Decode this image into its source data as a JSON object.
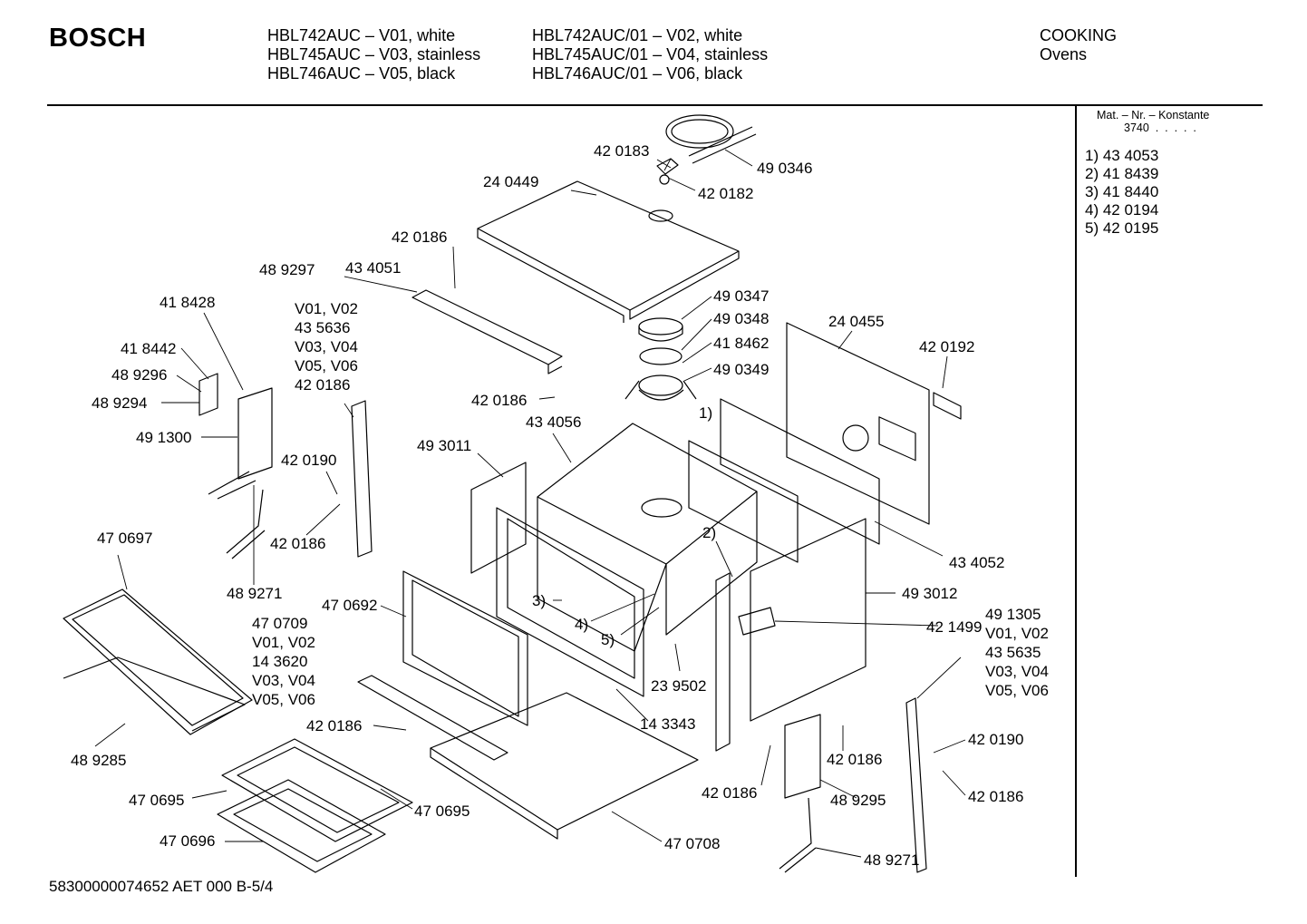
{
  "brand": "BOSCH",
  "models_col1": [
    "HBL742AUC – V01, white",
    "HBL745AUC – V03, stainless",
    "HBL746AUC – V05, black"
  ],
  "models_col2": [
    "HBL742AUC/01 – V02, white",
    "HBL745AUC/01 – V04, stainless",
    "HBL746AUC/01 – V06, black"
  ],
  "category": [
    "COOKING",
    "Ovens"
  ],
  "sidebar": {
    "mat_title": "Mat. – Nr. – Konstante",
    "mat_const": "3740  .  .  .  .  .",
    "parts": [
      "1) 43 4053",
      "2) 41 8439",
      "3) 41 8440",
      "4) 42 0194",
      "5) 42 0195"
    ]
  },
  "footer": "58300000074652 AET 000  B-5/4",
  "callouts": [
    "42 0183",
    "49 0346",
    "42 0182",
    "24 0449",
    "42 0186",
    "48 9297",
    "43 4051",
    "49 0347",
    "49 0348",
    "41 8462",
    "49 0349",
    "24 0455",
    "42 0192",
    "42 0186",
    "41 8428",
    "41 8442",
    "48 9296",
    "48 9294",
    "49 1300",
    "V01, V02",
    "43 5636",
    "V03, V04",
    "V05, V06",
    "42 0186",
    "43 4056",
    "1)",
    "49 3011",
    "42 0190",
    "42 0186",
    "47 0697",
    "48 9271",
    "2)",
    "43 4052",
    "47 0692",
    "49 3012",
    "3)",
    "4)",
    "5)",
    "42 1499",
    "47 0709",
    "V01, V02",
    "14 3620",
    "V03, V04",
    "V05, V06",
    "23 9502",
    "49 1305",
    "V01, V02",
    "43 5635",
    "V03, V04",
    "V05, V06",
    "42 0186",
    "14 3343",
    "42 0190",
    "48 9285",
    "42 0186",
    "42 0186",
    "48 9295",
    "42 0186",
    "47 0695",
    "47 0695",
    "47 0696",
    "47 0708",
    "48 9271"
  ]
}
